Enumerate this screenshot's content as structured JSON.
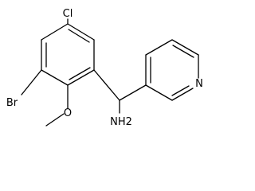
{
  "molecule": {
    "atoms": {
      "cl": "Cl",
      "br": "Br",
      "o": "O",
      "nh2": "NH2",
      "n": "N"
    }
  },
  "colors": {
    "bond": "#000000",
    "label": "#000000",
    "background": "#ffffff"
  }
}
